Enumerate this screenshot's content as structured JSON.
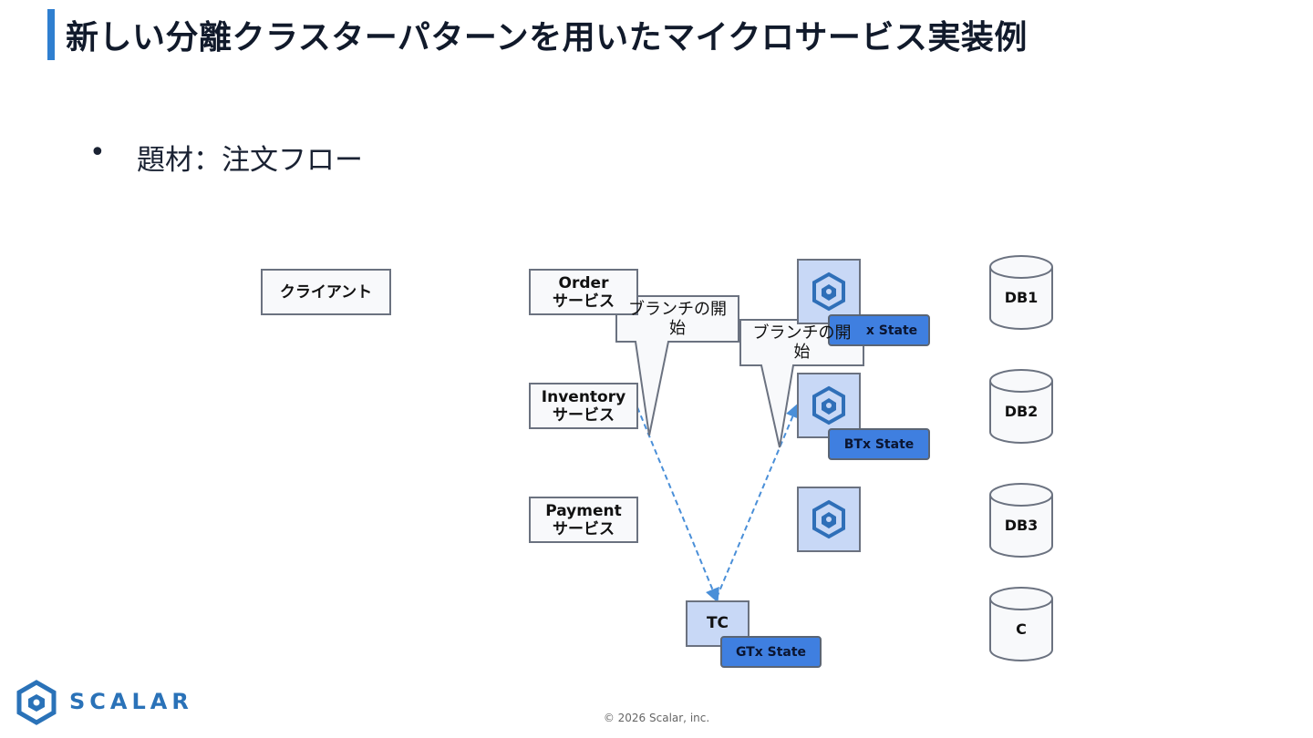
{
  "slide": {
    "title": "新しい分離クラスターパターンを用いたマイクロサービス実装例",
    "bullet_symbol": "•",
    "bullet_text": "題材：注文フロー"
  },
  "diagram": {
    "client": "クライアント",
    "services": [
      {
        "line1": "Order",
        "line2": "サービス"
      },
      {
        "line1": "Inventory",
        "line2": "サービス"
      },
      {
        "line1": "Payment",
        "line2": "サービス"
      }
    ],
    "btx_state_label": "BTx State",
    "btx_state_label_partial": "x State",
    "tc_label": "TC",
    "gtx_state_label": "GTx State",
    "databases": [
      "DB1",
      "DB2",
      "DB3",
      "C"
    ],
    "callouts": [
      {
        "line1": "ブランチの開",
        "line2": "始"
      },
      {
        "line1": "ブランチの開",
        "line2": "始"
      }
    ]
  },
  "footer": {
    "copyright": "© 2026 Scalar, inc.",
    "logo_text": "SCALAR"
  },
  "colors": {
    "accent": "#2f7fd0",
    "badge": "#3f7fe0",
    "node_fill": "#c8d8f6",
    "arrow": "#4a8fd8"
  }
}
